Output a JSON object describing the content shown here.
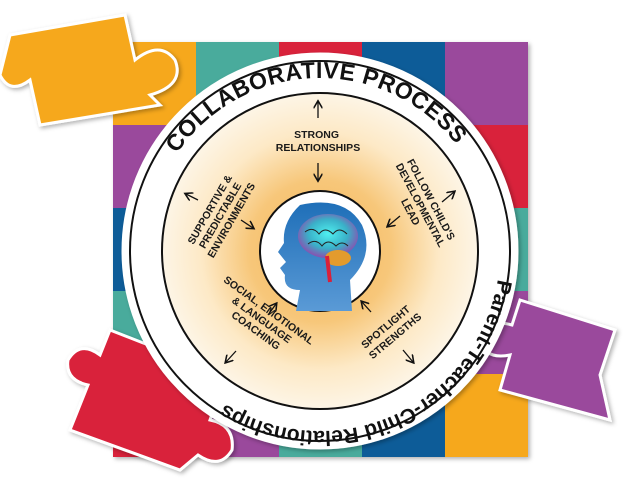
{
  "diagram": {
    "outer_ring_top": "COLLABORATIVE PROCESS",
    "outer_ring_bottom": "Parent-Teacher-Child Relationships",
    "center_image": "child-head-brain",
    "spokes": [
      {
        "lines": [
          "STRONG",
          "RELATIONSHIPS"
        ]
      },
      {
        "lines": [
          "FOLLOW CHILD'S",
          "DEVELOPMENTAL",
          "LEAD"
        ]
      },
      {
        "lines": [
          "SPOTLIGHT",
          "STRENGTHS"
        ]
      },
      {
        "lines": [
          "SOCIAL, EMOTIONAL",
          "& LANGUAGE",
          "COACHING"
        ]
      },
      {
        "lines": [
          "SUPPORTIVE &",
          "PREDICTABLE",
          "ENVIRONMENTS"
        ]
      }
    ]
  },
  "colors": {
    "teal": "#4aab9c",
    "red": "#d9203a",
    "blue": "#0c5b98",
    "purple": "#9a4a9c",
    "orange": "#f6a81e",
    "glow": "#f7c77a"
  }
}
